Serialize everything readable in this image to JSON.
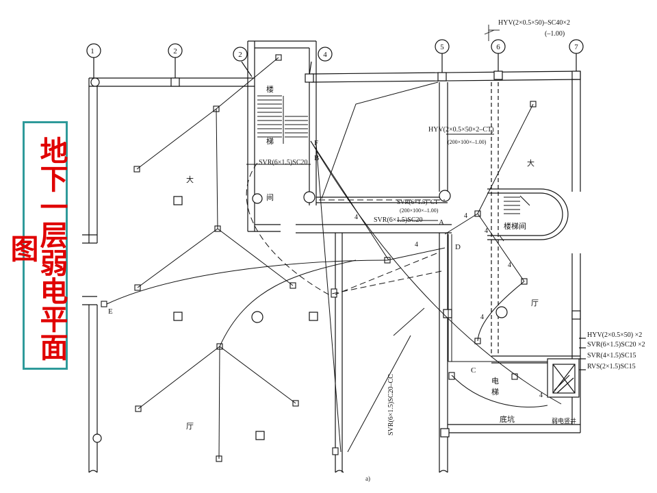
{
  "title": "地下一层弱电平面图",
  "figure_caption": "a)",
  "axis_labels": [
    "1",
    "2",
    "2",
    "4",
    "5",
    "6",
    "7"
  ],
  "room_labels": {
    "stair_1": "楼",
    "stair_2": "梯",
    "stair_3": "间",
    "hall_left_1": "大",
    "hall_left_2": "厅",
    "hall_right_1": "大",
    "hall_right_2": "厅",
    "stairwell_right": "楼梯间",
    "elevator_1": "电",
    "elevator_2": "梯",
    "pit": "底坑",
    "shaft": "弱电竖井"
  },
  "point_labels": {
    "A": "A",
    "B": "B",
    "C": "C",
    "D": "D",
    "E": "E",
    "F": "F"
  },
  "cable_labels": {
    "top_main": "HYV(2×0.5×50)–SC40×2",
    "top_main_depth": "(–1.00)",
    "tray_right_1": "HYV(2×0.5×50×2–CT)",
    "tray_right_2": "(200×100×–1.00)",
    "stair_conduit": "SVR(6×1.5)SC20",
    "mid_tray_1": "SVR(6×1.5)–CT",
    "mid_tray_2": "(200×100×–1.00)",
    "mid_conduit": "SVR(6×1.5)SC20",
    "vertical_run": "SVR(6×1.5)SC20–CC",
    "shaft_1": "HYV(2×0.5×50) ×2",
    "shaft_2": "SVR(6×1.5)SC20 ×2",
    "shaft_3": "SVR(4×1.5)SC15",
    "shaft_4": "RVS(2×1.5)SC15"
  },
  "wire_count": "4",
  "colors": {
    "title_text": "#e00000",
    "title_border": "#2e9a9a",
    "lines": "#111111"
  }
}
